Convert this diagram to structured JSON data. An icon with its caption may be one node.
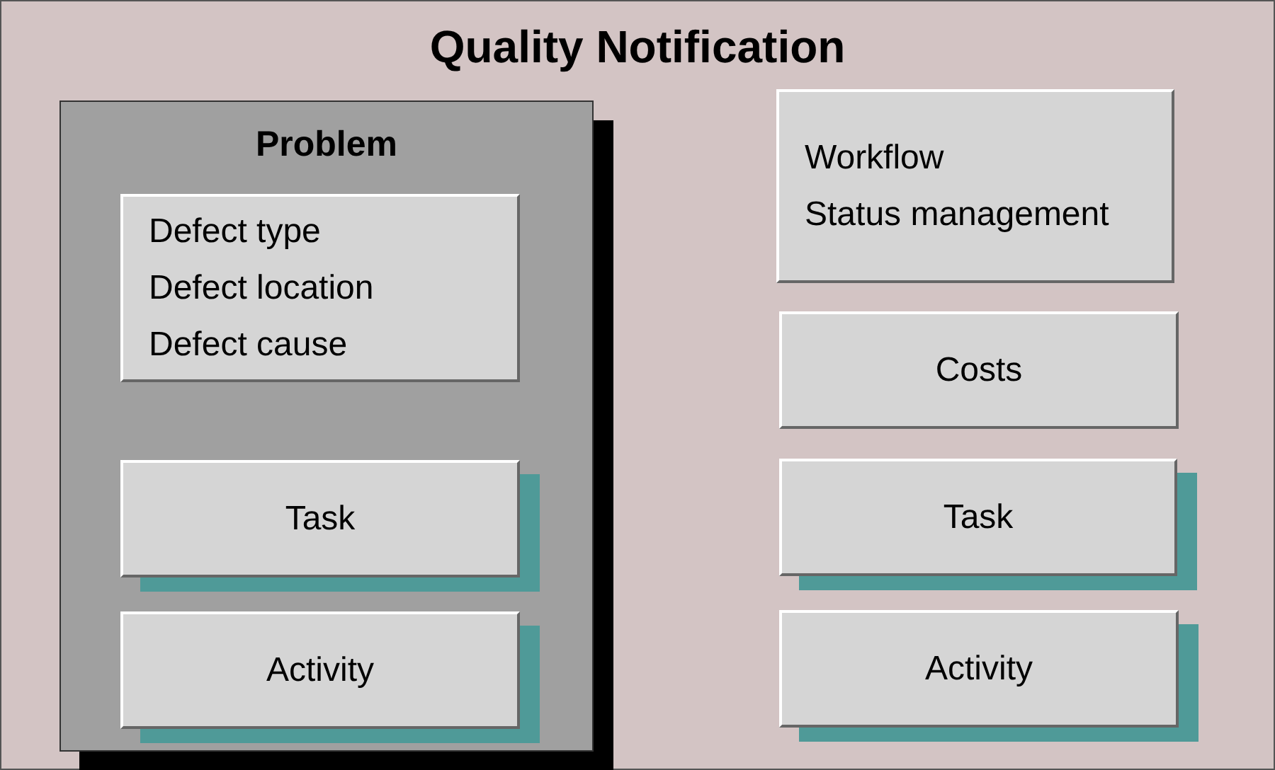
{
  "diagram": {
    "nodes": [
      {
        "text": [
          "Quality Notification"
        ]
      },
      {
        "text": [
          "Problem"
        ],
        "in": 0
      },
      {
        "text": [
          "Defect type",
          "Defect location",
          "Defect cause"
        ],
        "in": 1
      },
      {
        "text": [
          "Task"
        ],
        "in": 1
      },
      {
        "text": [
          "Activity"
        ],
        "in": 1
      },
      {
        "text": [
          "Workflow",
          "Status management"
        ],
        "in": 0
      },
      {
        "text": [
          "Costs"
        ],
        "in": 0
      },
      {
        "text": [
          "Task"
        ],
        "in": 0
      },
      {
        "text": [
          "Activity"
        ],
        "in": 0
      }
    ]
  }
}
